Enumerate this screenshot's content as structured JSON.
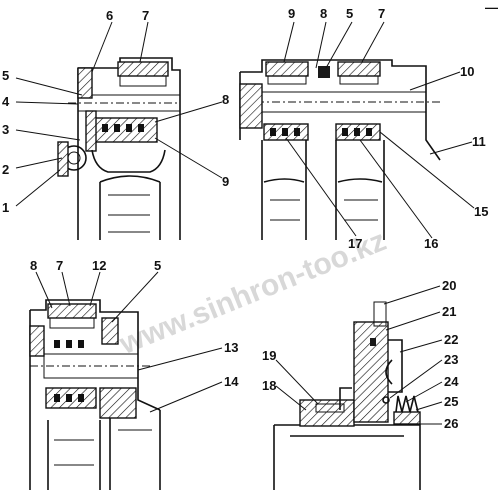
{
  "watermark": "www.sinhron-too.kz",
  "corner_mark": "—",
  "views": [
    {
      "id": "top-left",
      "callouts": [
        "6",
        "7",
        "5",
        "4",
        "3",
        "2",
        "1",
        "8",
        "9"
      ]
    },
    {
      "id": "top-right",
      "callouts": [
        "9",
        "8",
        "5",
        "7",
        "10",
        "11",
        "15",
        "16",
        "17"
      ]
    },
    {
      "id": "bottom-left",
      "callouts": [
        "8",
        "7",
        "12",
        "5",
        "13",
        "14"
      ]
    },
    {
      "id": "bottom-right",
      "callouts": [
        "20",
        "21",
        "22",
        "23",
        "24",
        "25",
        "26",
        "19",
        "18"
      ]
    }
  ]
}
